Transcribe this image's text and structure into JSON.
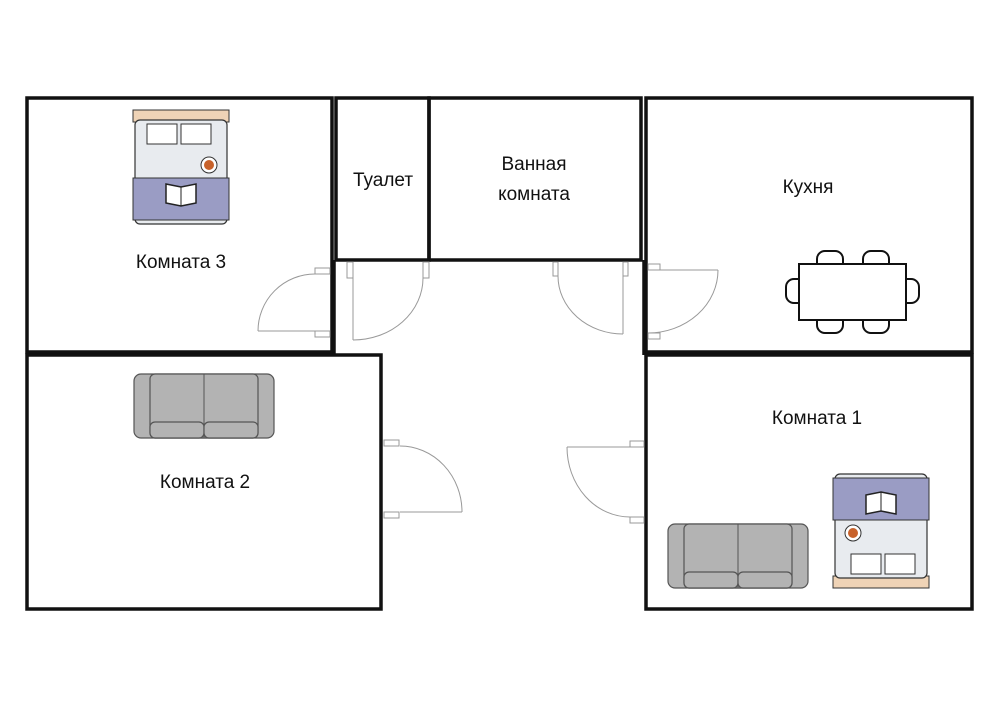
{
  "title": "Floor plan",
  "rooms": {
    "room3": "Комната 3",
    "toilet": "Туалет",
    "bathroom_line1": "Ванная",
    "bathroom_line2": "комната",
    "kitchen": "Кухня",
    "room2": "Комната 2",
    "room1": "Комната 1"
  },
  "colors": {
    "wall": "#111111",
    "bed_headboard": "#efd3b6",
    "bed_sheet": "#e8ebef",
    "blanket": "#9a9cc4",
    "sofa": "#b3b3b3",
    "cup": "#c8622b"
  }
}
